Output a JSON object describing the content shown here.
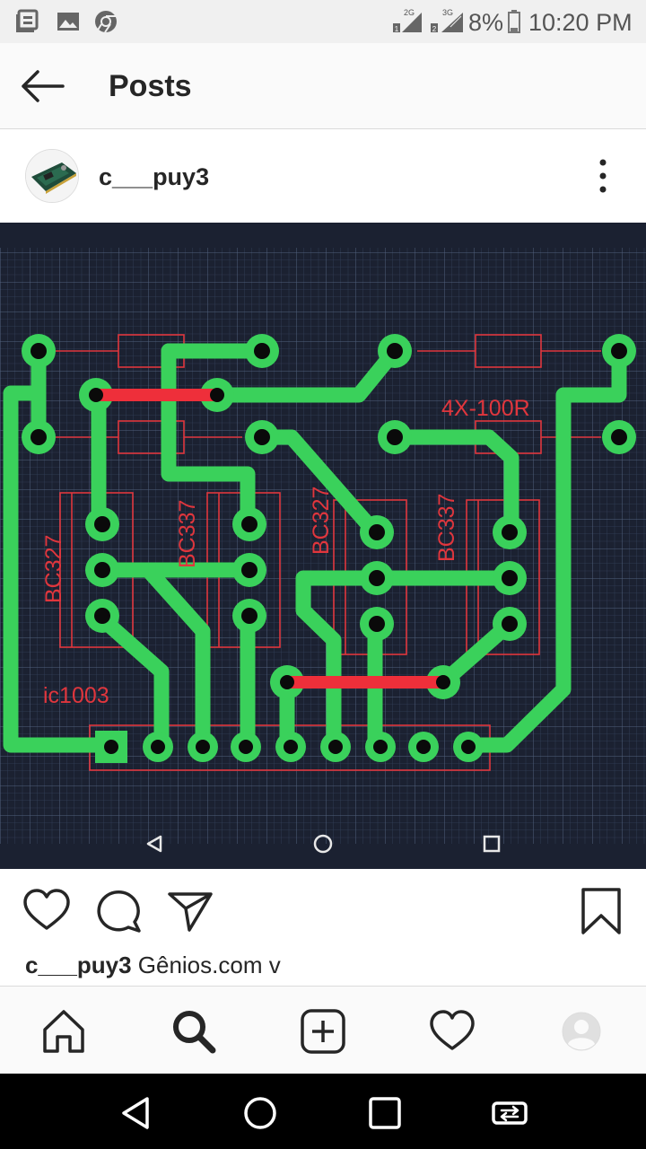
{
  "status_bar": {
    "net1": "2G",
    "net2": "3G",
    "battery": "8%",
    "time": "10:20 PM",
    "icons": [
      "gallery-app-icon",
      "image-icon",
      "chrome-icon",
      "signal-icon",
      "battery-icon"
    ]
  },
  "header": {
    "title": "Posts",
    "back_icon": "back-arrow-icon"
  },
  "post": {
    "username": "c___puy3",
    "more_icon": "more-vertical-icon",
    "image": {
      "embedded_nav": [
        "back-triangle-icon",
        "home-circle-icon",
        "recents-square-icon"
      ],
      "labels": {
        "bc327_left": "BC327",
        "bc337_left": "BC337",
        "bc327_right": "BC327",
        "bc337_right": "BC337",
        "resistors": "4X-100R",
        "ic": "ic1003"
      }
    },
    "actions": [
      "heart-icon",
      "comment-icon",
      "share-icon",
      "bookmark-icon"
    ],
    "caption_user": "c___puy3",
    "caption_text": " Gênios.com v"
  },
  "bottom_nav": [
    "home-icon",
    "search-icon",
    "add-icon",
    "activity-heart-icon",
    "profile-icon"
  ],
  "system_nav": [
    "back-icon",
    "home-icon",
    "recents-icon",
    "switch-app-icon"
  ],
  "colors": {
    "pcb_bg": "#1b2131",
    "trace": "#3ad15b",
    "silkscreen": "#e0363d",
    "jumper": "#ee2f3a"
  }
}
